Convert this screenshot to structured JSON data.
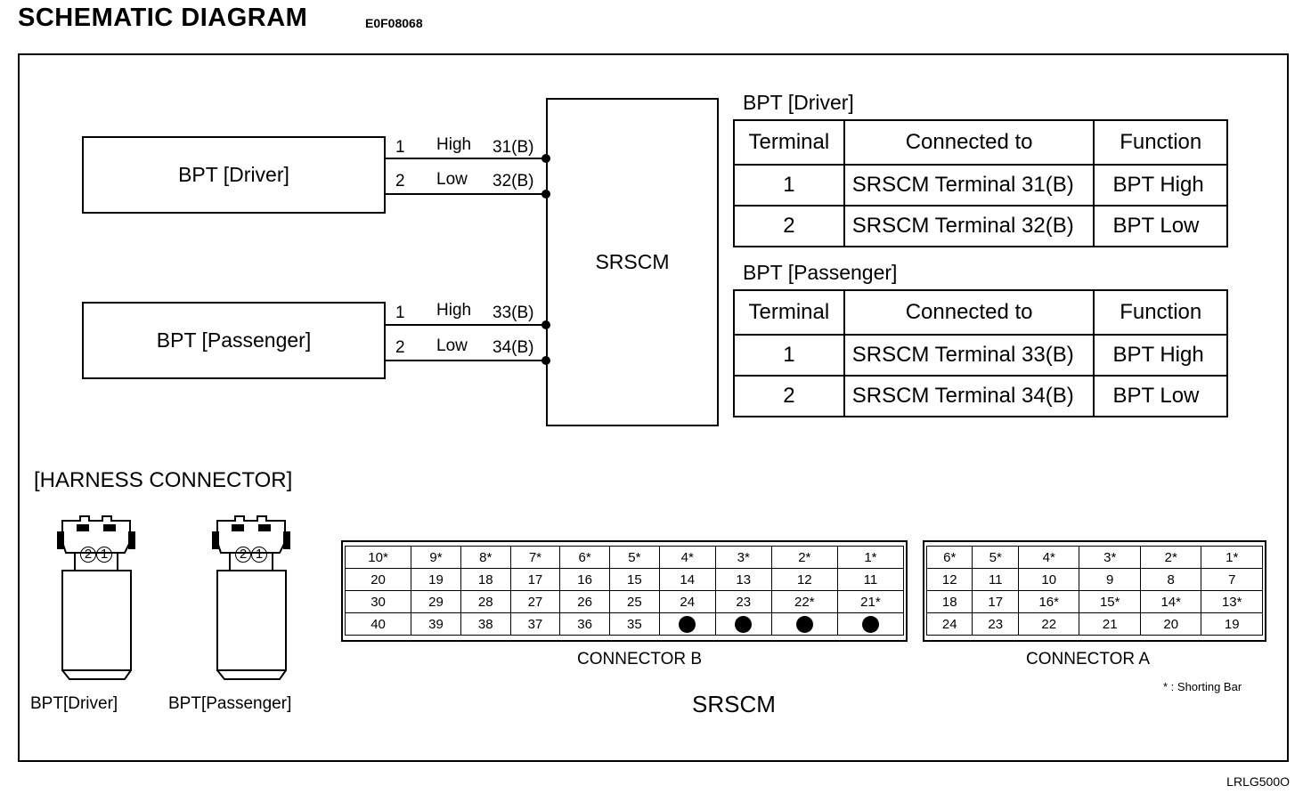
{
  "header": {
    "title": "SCHEMATIC DIAGRAM",
    "code": "E0F08068",
    "footer_code": "LRLG500O"
  },
  "schematic": {
    "driver_box": "BPT [Driver]",
    "passenger_box": "BPT [Passenger]",
    "module_box": "SRSCM",
    "wires": [
      {
        "pin": "1",
        "signal": "High",
        "terminal": "31(B)"
      },
      {
        "pin": "2",
        "signal": "Low",
        "terminal": "32(B)"
      },
      {
        "pin": "1",
        "signal": "High",
        "terminal": "33(B)"
      },
      {
        "pin": "2",
        "signal": "Low",
        "terminal": "34(B)"
      }
    ]
  },
  "tables": [
    {
      "title": "BPT [Driver]",
      "headers": [
        "Terminal",
        "Connected to",
        "Function"
      ],
      "rows": [
        [
          "1",
          "SRSCM Terminal 31(B)",
          "BPT High"
        ],
        [
          "2",
          "SRSCM Terminal 32(B)",
          "BPT Low"
        ]
      ]
    },
    {
      "title": "BPT [Passenger]",
      "headers": [
        "Terminal",
        "Connected to",
        "Function"
      ],
      "rows": [
        [
          "1",
          "SRSCM Terminal 33(B)",
          "BPT High"
        ],
        [
          "2",
          "SRSCM Terminal 34(B)",
          "BPT Low"
        ]
      ]
    }
  ],
  "harness": {
    "title": "[HARNESS CONNECTOR]",
    "pins": [
      "2",
      "1"
    ],
    "driver_caption": "BPT[Driver]",
    "passenger_caption": "BPT[Passenger]",
    "srscm_caption": "SRSCM",
    "connector_b": {
      "caption": "CONNECTOR B",
      "rows": [
        [
          "10*",
          "9*",
          "8*",
          "7*",
          "6*",
          "5*",
          "4*",
          "3*",
          "2*",
          "1*"
        ],
        [
          "20",
          "19",
          "18",
          "17",
          "16",
          "15",
          "14",
          "13",
          "12",
          "11"
        ],
        [
          "30",
          "29",
          "28",
          "27",
          "26",
          "25",
          "24",
          "23",
          "22*",
          "21*"
        ],
        [
          "40",
          "39",
          "38",
          "37",
          "36",
          "35",
          "●",
          "●",
          "●",
          "●"
        ]
      ]
    },
    "connector_a": {
      "caption": "CONNECTOR A",
      "rows": [
        [
          "6*",
          "5*",
          "4*",
          "3*",
          "2*",
          "1*"
        ],
        [
          "12",
          "11",
          "10",
          "9",
          "8",
          "7"
        ],
        [
          "18",
          "17",
          "16*",
          "15*",
          "14*",
          "13*"
        ],
        [
          "24",
          "23",
          "22",
          "21",
          "20",
          "19"
        ]
      ]
    },
    "note": "* : Shorting Bar"
  }
}
